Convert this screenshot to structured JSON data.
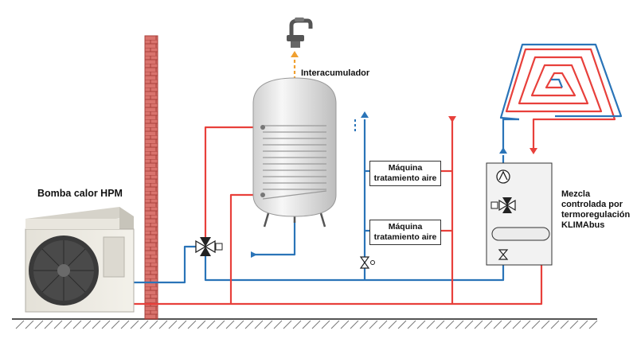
{
  "labels": {
    "heat_pump": "Bomba calor HPM",
    "tank": "Interacumulador",
    "ahu_1_line1": "Máquina",
    "ahu_1_line2": "tratamiento aire",
    "ahu_2_line1": "Máquina",
    "ahu_2_line2": "tratamiento aire",
    "mixing_line1": "Mezcla",
    "mixing_line2": "controlada por",
    "mixing_line3": "termoregulación",
    "mixing_line4": "KLIMAbus"
  },
  "colors": {
    "hot": "#e8403b",
    "cold": "#2a74b8",
    "dhw": "#f0a030",
    "brick": "#c7554f",
    "ground": "#555555"
  },
  "icons": {
    "faucet": "faucet-icon",
    "three_way_valve": "three-way-valve-icon",
    "pump": "circulator-pump-icon",
    "check_valve": "check-valve-icon"
  }
}
